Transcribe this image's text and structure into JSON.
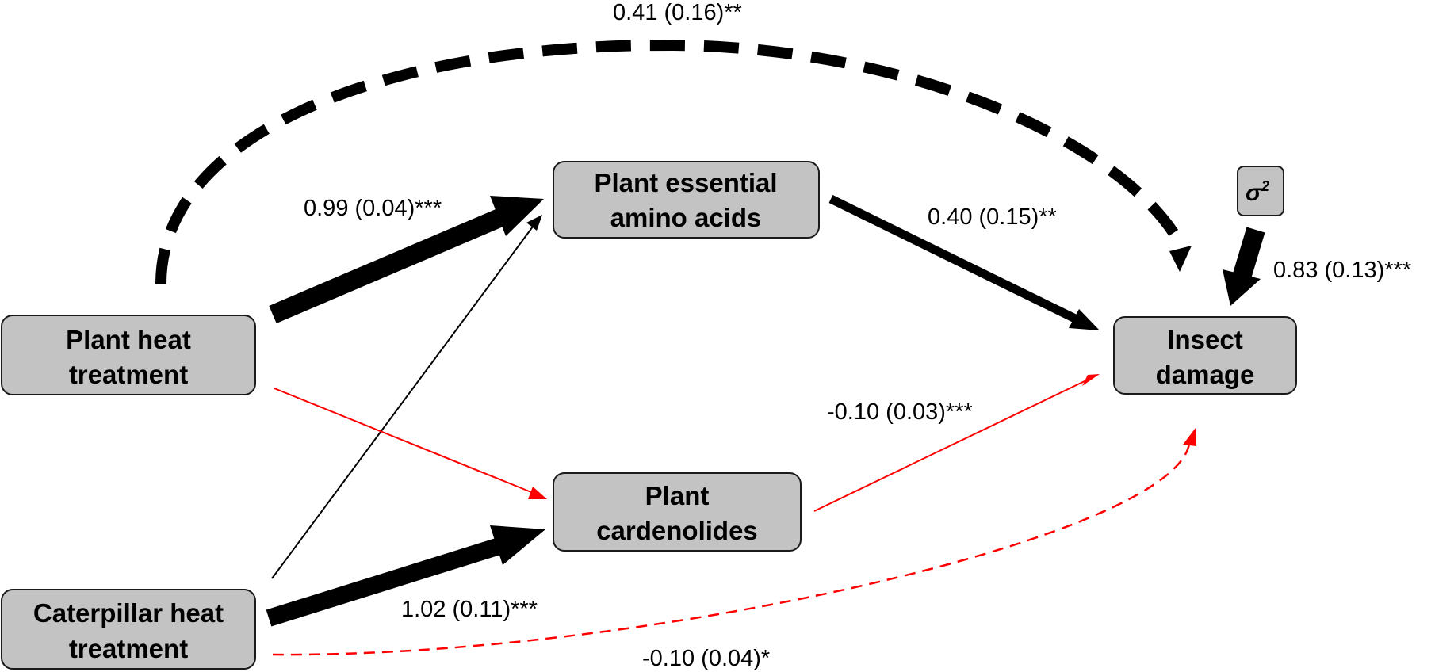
{
  "nodes": {
    "plant_heat": [
      "Plant heat",
      "treatment"
    ],
    "caterpillar_heat": [
      "Caterpillar heat",
      "treatment"
    ],
    "amino_acids": [
      "Plant essential",
      "amino acids"
    ],
    "cardenolides": [
      "Plant",
      "cardenolides"
    ],
    "insect_damage": [
      "Insect",
      "damage"
    ],
    "error": {
      "symbol": "σ",
      "exponent": "2"
    }
  },
  "edges": {
    "plant_heat_to_damage": {
      "label": "0.41 (0.16)**",
      "color": "#000000",
      "style": "dashed",
      "weight": "thick"
    },
    "plant_heat_to_amino": {
      "label": "0.99 (0.04)***",
      "color": "#000000",
      "style": "solid",
      "weight": "thick"
    },
    "amino_to_damage": {
      "label": "0.40 (0.15)**",
      "color": "#000000",
      "style": "solid",
      "weight": "medium"
    },
    "error_to_damage": {
      "label": "0.83 (0.13)***",
      "color": "#000000",
      "style": "solid",
      "weight": "thick"
    },
    "cardenolides_to_damage": {
      "label": "-0.10 (0.03)***",
      "color": "#ff0000",
      "style": "solid",
      "weight": "thin"
    },
    "caterpillar_to_cardenolides": {
      "label": "1.02 (0.11)***",
      "color": "#000000",
      "style": "solid",
      "weight": "thick"
    },
    "caterpillar_to_damage": {
      "label": "-0.10 (0.04)*",
      "color": "#ff0000",
      "style": "dashed",
      "weight": "thin"
    },
    "plant_heat_to_cardenolides": {
      "label": "",
      "color": "#ff0000",
      "style": "solid",
      "weight": "thin"
    },
    "caterpillar_to_amino": {
      "label": "",
      "color": "#000000",
      "style": "solid",
      "weight": "thin"
    }
  }
}
